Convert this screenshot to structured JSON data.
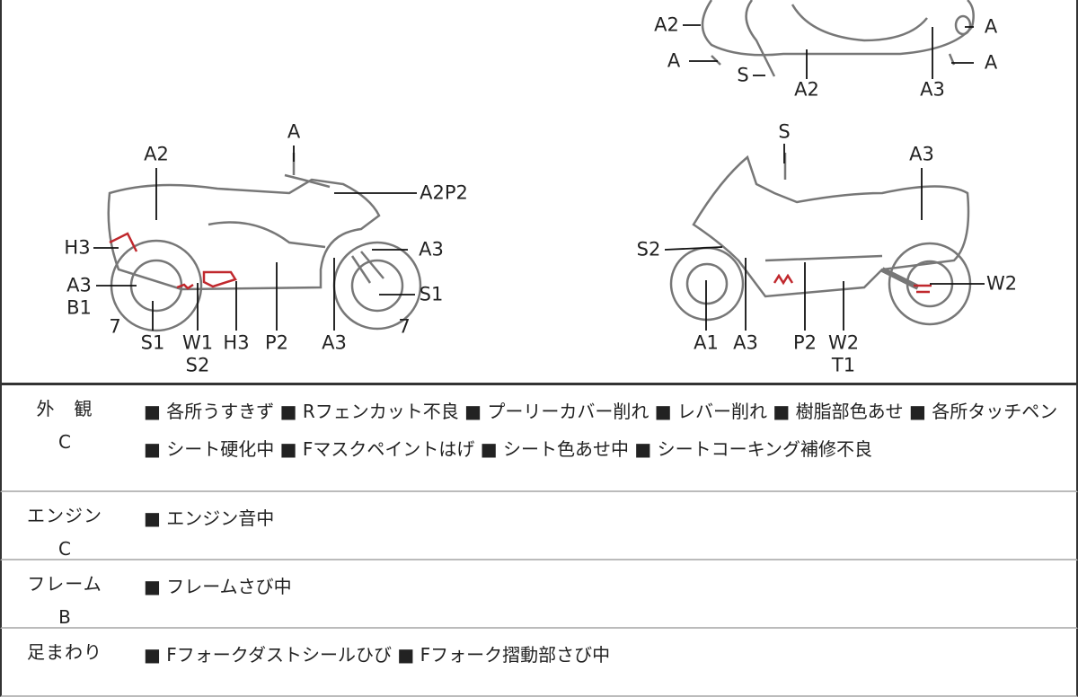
{
  "diagram": {
    "top_view_labels": [
      "A2",
      "A",
      "A",
      "S",
      "A",
      "A2",
      "A3"
    ],
    "left_view_labels": [
      "A",
      "A2",
      "A2P2",
      "H3",
      "A3",
      "A3",
      "B1",
      "S1",
      "7",
      "S1",
      "W1",
      "S2",
      "H3",
      "P2",
      "A3",
      "7"
    ],
    "right_view_labels": [
      "S",
      "A3",
      "S2",
      "W2",
      "A1",
      "A3",
      "P2",
      "W2",
      "T1"
    ],
    "mark_color": "#c0282d"
  },
  "table": {
    "rows": [
      {
        "label": "外　観",
        "grade": "C",
        "text": "■ 各所うすきず ■ Rフェンカット不良 ■ プーリーカバー削れ ■ レバー削れ ■ 樹脂部色あせ ■ 各所タッチペン ■ シート硬化中 ■ Fマスクペイントはげ ■ シート色あせ中 ■ シートコーキング補修不良"
      },
      {
        "label": "エンジン",
        "grade": "C",
        "text": "■ エンジン音中"
      },
      {
        "label": "フレーム",
        "grade": "B",
        "text": "■ フレームさび中"
      },
      {
        "label": "足まわり",
        "grade": "",
        "text": "■ Fフォークダストシールひび ■ Fフォーク摺動部さび中"
      }
    ]
  }
}
